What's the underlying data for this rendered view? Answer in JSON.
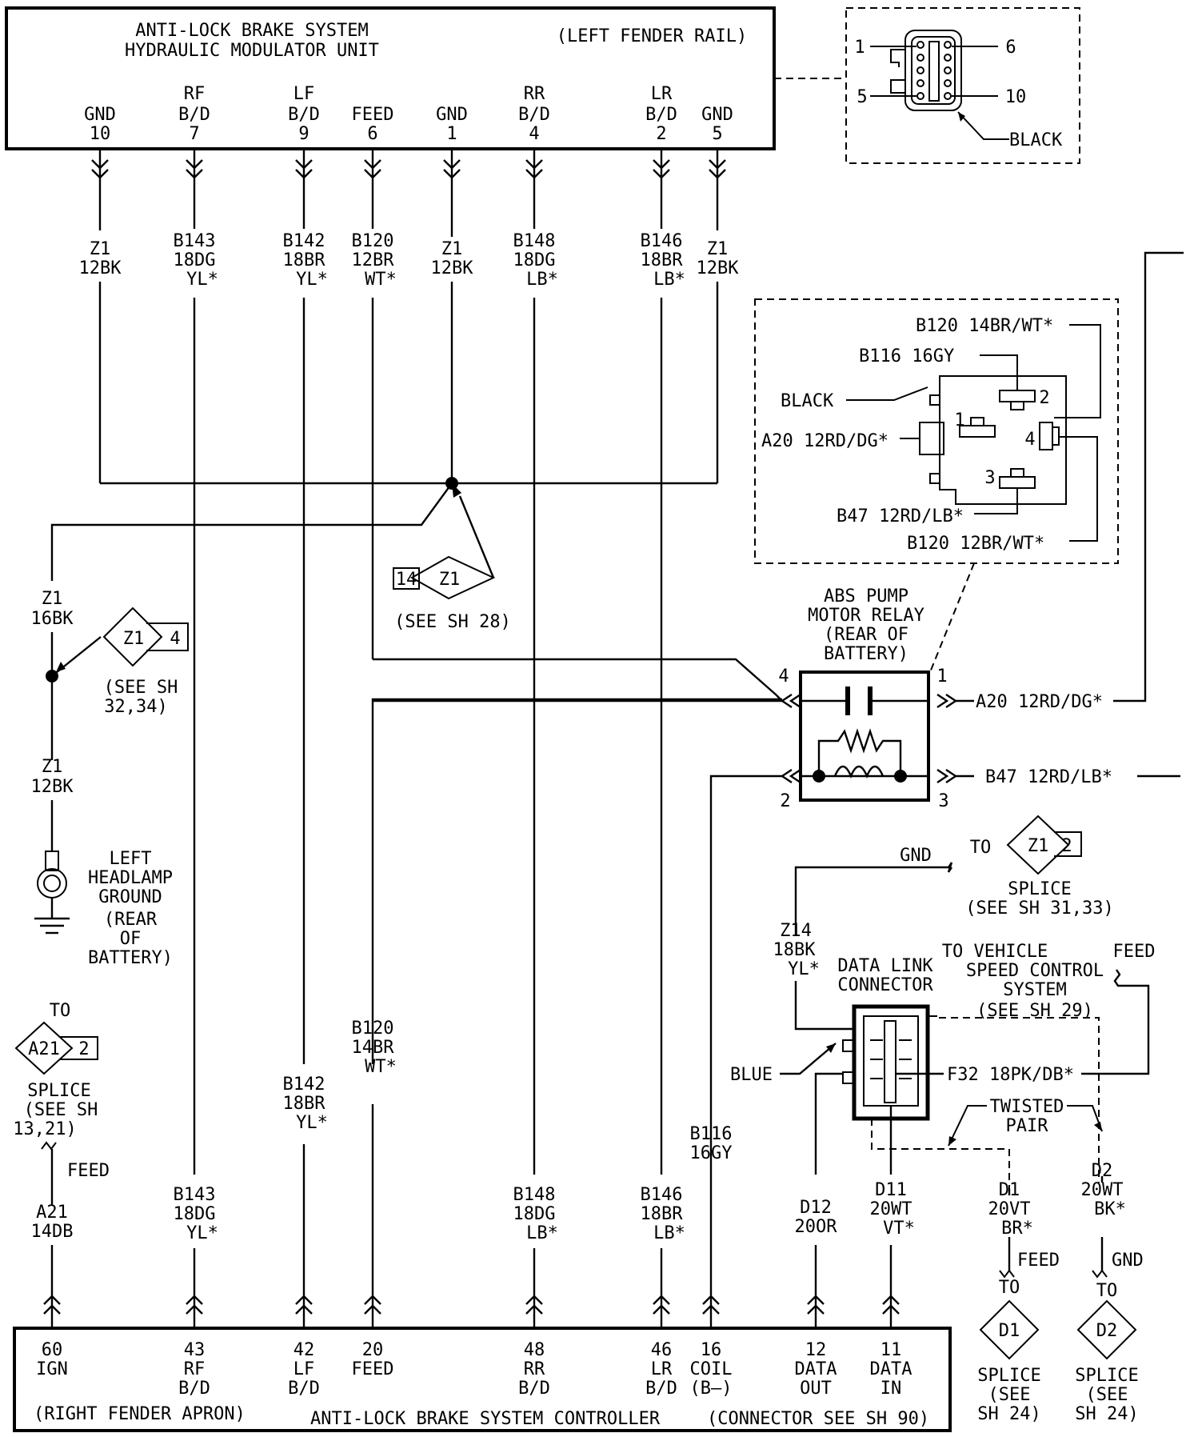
{
  "hmu": {
    "title1": "ANTI-LOCK BRAKE SYSTEM",
    "title2": "HYDRAULIC MODULATOR UNIT",
    "location": "(LEFT FENDER RAIL)",
    "pins": [
      {
        "l1": "",
        "l2": "GND",
        "num": "10",
        "w1": "Z1",
        "w2": "12BK",
        "w3": ""
      },
      {
        "l1": "RF",
        "l2": "B/D",
        "num": "7",
        "w1": "B143",
        "w2": "18DG",
        "w3": "YL*"
      },
      {
        "l1": "LF",
        "l2": "B/D",
        "num": "9",
        "w1": "B142",
        "w2": "18BR",
        "w3": "YL*"
      },
      {
        "l1": "",
        "l2": "FEED",
        "num": "6",
        "w1": "B120",
        "w2": "12BR",
        "w3": "WT*"
      },
      {
        "l1": "",
        "l2": "GND",
        "num": "1",
        "w1": "Z1",
        "w2": "12BK",
        "w3": ""
      },
      {
        "l1": "RR",
        "l2": "B/D",
        "num": "4",
        "w1": "B148",
        "w2": "18DG",
        "w3": "LB*"
      },
      {
        "l1": "LR",
        "l2": "B/D",
        "num": "2",
        "w1": "B146",
        "w2": "18BR",
        "w3": "LB*"
      },
      {
        "l1": "",
        "l2": "GND",
        "num": "5",
        "w1": "Z1",
        "w2": "12BK",
        "w3": ""
      }
    ]
  },
  "hmu_connector": {
    "p1": "1",
    "p5": "5",
    "p6": "6",
    "p10": "10",
    "color": "BLACK"
  },
  "relay_detail": {
    "b120_top": "B120 14BR/WT*",
    "b116": "B116 16GY",
    "black": "BLACK",
    "a20": "A20 12RD/DG*",
    "b47": "B47 12RD/LB*",
    "b120_bottom": "B120 12BR/WT*",
    "pins": [
      "1",
      "2",
      "3",
      "4"
    ]
  },
  "relay": {
    "l1": "ABS PUMP",
    "l2": "MOTOR RELAY",
    "l3": "(REAR OF",
    "l4": "BATTERY)",
    "pin4": "4",
    "pin1": "1",
    "pin2": "2",
    "pin3": "3",
    "a20": "A20 12RD/DG*",
    "b47": "B47 12RD/LB*"
  },
  "splice_z1_14": {
    "num": "14",
    "id": "Z1",
    "note": "(SEE SH 28)"
  },
  "splice_z1_4": {
    "id": "Z1",
    "num": "4",
    "note1": "(SEE SH",
    "note2": "32,34)"
  },
  "ground_wires": {
    "a1": "Z1",
    "a2": "16BK",
    "b1": "Z1",
    "b2": "12BK"
  },
  "headlamp_ground": {
    "l1": "LEFT",
    "l2": "HEADLAMP",
    "l3": "GROUND",
    "l4": "(REAR",
    "l5": "OF",
    "l6": "BATTERY)"
  },
  "splice_a21": {
    "to": "TO",
    "id": "A21",
    "num": "2",
    "l1": "SPLICE",
    "l2": "(SEE SH",
    "l3": "13,21)",
    "feed": "FEED",
    "w1": "A21",
    "w2": "14DB"
  },
  "splice_z1_2": {
    "to": "TO",
    "id": "Z1",
    "num": "2",
    "gnd": "GND",
    "l1": "SPLICE",
    "l2": "(SEE SH 31,33)"
  },
  "dlc": {
    "z14a": "Z14",
    "z14b": "18BK",
    "z14c": "YL*",
    "l1": "DATA LINK",
    "l2": "CONNECTOR",
    "blue": "BLUE",
    "f32": "F32 18PK/DB*",
    "twisted1": "TWISTED",
    "twisted2": "PAIR"
  },
  "vsc": {
    "l1": "TO VEHICLE",
    "l2": "SPEED CONTROL",
    "l3": "SYSTEM",
    "l4": "(SEE SH 29)",
    "feed": "FEED"
  },
  "lower_wires": {
    "b143": [
      "B143",
      "18DG",
      "YL*"
    ],
    "b142": [
      "B142",
      "18BR",
      "YL*"
    ],
    "b120": [
      "B120",
      "14BR",
      "WT*"
    ],
    "b148": [
      "B148",
      "18DG",
      "LB*"
    ],
    "b146": [
      "B146",
      "18BR",
      "LB*"
    ],
    "b116": [
      "B116",
      "16GY"
    ],
    "d12": [
      "D12",
      "20OR"
    ],
    "d11": [
      "D11",
      "20WT",
      "VT*"
    ],
    "d1": [
      "D1",
      "20VT",
      "BR*"
    ],
    "d2": [
      "D2",
      "20WT",
      "BK*"
    ]
  },
  "splice_d1": {
    "feed": "FEED",
    "to": "TO",
    "id": "D1",
    "l1": "SPLICE",
    "l2": "(SEE",
    "l3": "SH 24)"
  },
  "splice_d2": {
    "gnd": "GND",
    "to": "TO",
    "id": "D2",
    "l1": "SPLICE",
    "l2": "(SEE",
    "l3": "SH 24)"
  },
  "controller": {
    "pins": [
      {
        "num": "60",
        "l1": "IGN",
        "l2": ""
      },
      {
        "num": "43",
        "l1": "RF",
        "l2": "B/D"
      },
      {
        "num": "42",
        "l1": "LF",
        "l2": "B/D"
      },
      {
        "num": "20",
        "l1": "FEED",
        "l2": ""
      },
      {
        "num": "48",
        "l1": "RR",
        "l2": "B/D"
      },
      {
        "num": "46",
        "l1": "LR",
        "l2": "B/D"
      },
      {
        "num": "16",
        "l1": "COIL",
        "l2": "(B—)"
      },
      {
        "num": "12",
        "l1": "DATA",
        "l2": "OUT"
      },
      {
        "num": "11",
        "l1": "DATA",
        "l2": "IN"
      }
    ],
    "location": "(RIGHT FENDER APRON)",
    "title": "ANTI-LOCK BRAKE SYSTEM CONTROLLER",
    "note": "(CONNECTOR SEE SH 90)"
  }
}
